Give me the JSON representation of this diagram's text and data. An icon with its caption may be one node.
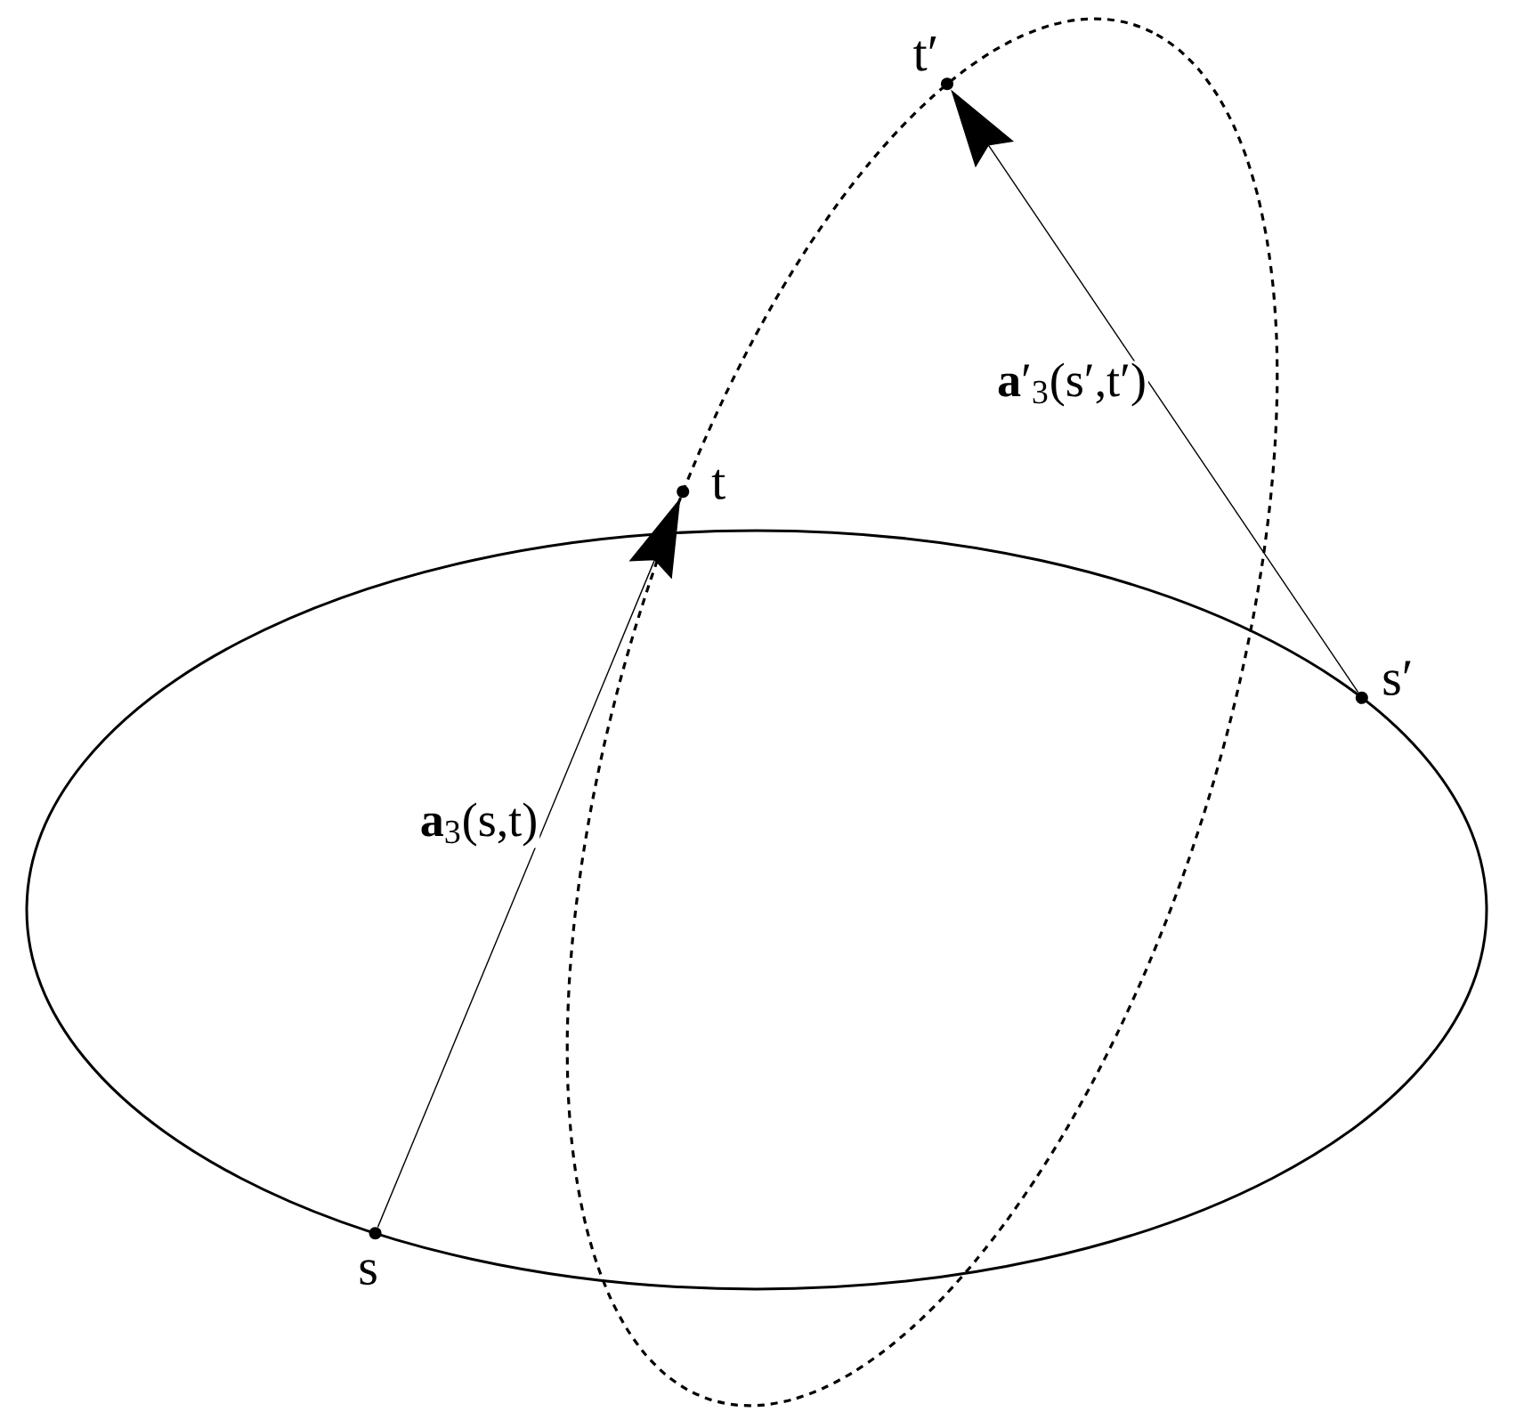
{
  "diagram": {
    "nodes": [
      {
        "text": [],
        "shape": "dot",
        "beside": [
          "s"
        ]
      },
      {
        "text": [],
        "shape": "dot",
        "beside": [
          "t"
        ]
      },
      {
        "text": [],
        "shape": "dot",
        "beside": [
          "s′"
        ]
      },
      {
        "text": [],
        "shape": "dot",
        "beside": [
          "t′"
        ]
      }
    ],
    "edges": [
      {
        "from": 0,
        "to": 1,
        "arrow": "to",
        "label": "**a**$_{3}$(s,t)"
      },
      {
        "from": 2,
        "to": 3,
        "arrow": "to",
        "label": "**a**′$_{3}$(s′,t′)"
      }
    ]
  }
}
